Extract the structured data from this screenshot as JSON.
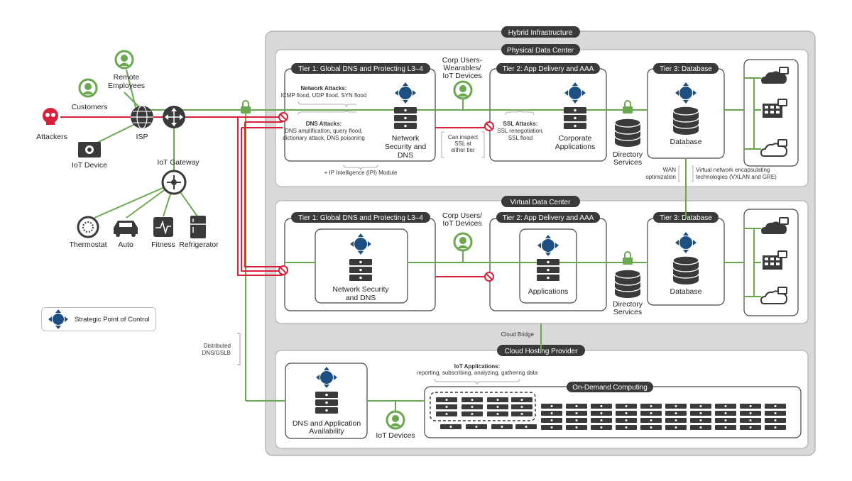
{
  "hybrid": {
    "title": "Hybrid Infrastructure",
    "physical": {
      "title": "Physical Data Center",
      "tier1": "Tier 1: Global DNS and Protecting L3–4",
      "tier2": "Tier 2: App Delivery and AAA",
      "tier3": "Tier 3: Database",
      "network_attacks_title": "Network Attacks:",
      "network_attacks_text": "ICMP flood, UDP flood, SYN flood",
      "dns_attacks_title": "DNS Attacks:",
      "dns_attacks_line1": "DNS amplification, query flood,",
      "dns_attacks_line2": "dictionary attack, DNS poisoning",
      "nsd_line1": "Network",
      "nsd_line2": "Security and",
      "nsd_line3": "DNS",
      "ssl_attacks_title": "SSL Attacks:",
      "ssl_attacks_line1": "SSL renegotiation,",
      "ssl_attacks_line2": "SSL flood",
      "corp_apps_line1": "Corporate",
      "corp_apps_line2": "Applications",
      "corp_users_line1": "Corp Users-",
      "corp_users_line2": "Wearables/",
      "corp_users_line3": "IoT Devices",
      "ssl_note_line1": "Can inspect",
      "ssl_note_line2": "SSL at",
      "ssl_note_line3": "either tier",
      "dir_line1": "Directory",
      "dir_line2": "Services",
      "database": "Database",
      "ipi": "+ IP Intelligence (IPI) Module"
    },
    "wan_line1": "WAN",
    "wan_line2": "optimization",
    "vne_line1": "Virtual network encapsulating",
    "vne_line2": "technologies (VXLAN and GRE)",
    "virtual": {
      "title": "Virtual Data Center",
      "tier1": "Tier 1: Global DNS and Protecting L3–4",
      "tier2": "Tier 2: App Delivery and AAA",
      "tier3": "Tier 3: Database",
      "nsd_line1": "Network Security",
      "nsd_line2": "and DNS",
      "corp_users_line1": "Corp Users/",
      "corp_users_line2": "IoT Devices",
      "applications": "Applications",
      "dir_line1": "Directory",
      "dir_line2": "Services",
      "database": "Database"
    },
    "cloud_bridge": "Cloud Bridge",
    "cloud": {
      "title": "Cloud Hosting Provider",
      "dns_app_line1": "DNS and Application",
      "dns_app_line2": "Availability",
      "iot_devices": "IoT Devices",
      "iot_apps_title": "IoT Applications:",
      "iot_apps_text": "reporting, subscribing, analyzing, gathering data",
      "on_demand": "On-Demand Computing"
    }
  },
  "left": {
    "attackers": "Attackers",
    "customers": "Customers",
    "remote_line1": "Remote",
    "remote_line2": "Employees",
    "isp": "ISP",
    "iot_device": "IoT Device",
    "iot_gateway": "IoT Gateway",
    "thermostat": "Thermostat",
    "auto": "Auto",
    "fitness": "Fitness",
    "refrigerator": "Refrigerator",
    "dist_line1": "Distributed",
    "dist_line2": "DNS/GSLB"
  },
  "legend": {
    "label": "Strategic Point of Control"
  },
  "colors": {
    "green": "#6aa84f",
    "red": "#d8203a",
    "navy": "#1e4f82",
    "dark": "#3a3a3a",
    "panel": "#d9d9d9"
  }
}
